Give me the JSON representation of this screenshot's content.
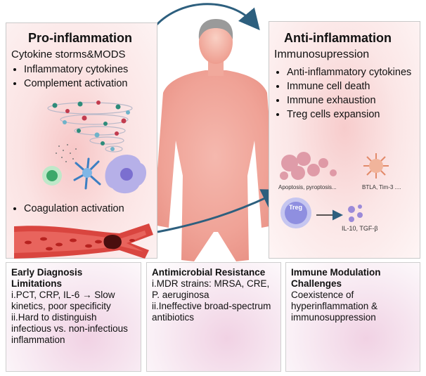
{
  "pro": {
    "title": "Pro-inflammation",
    "subtitle": "Cytokine storms&MODS",
    "bullets": [
      "Inflammatory cytokines",
      "Complement activation"
    ],
    "bullet_coag": "Coagulation activation"
  },
  "anti": {
    "title": "Anti-inflammation",
    "subtitle": "Immunosupression",
    "bullets": [
      "Anti-inflammatory cytokines",
      "Immune cell death",
      "Immune exhaustion",
      "Treg cells expansion"
    ],
    "label_apoptosis": "Apoptosis, pyroptosis...",
    "label_btla": "BTLA, Tim-3 ....",
    "label_treg": "Treg",
    "label_il10": "IL-10, TGF-β"
  },
  "boxes": {
    "diagnosis": {
      "title": "Early Diagnosis\nLimitations",
      "text": "i.PCT, CRP, IL-6 → Slow kinetics, poor specificity\nii.Hard to distinguish infectious vs. non-infectious inflammation"
    },
    "amr": {
      "title": "Antimicrobial Resistance",
      "text": "i.MDR strains: MRSA, CRE, P. aeruginosa\nii.Ineffective broad-spectrum antibiotics"
    },
    "immune": {
      "title": "Immune Modulation\nChallenges",
      "text": "Coexistence of hyperinflammation & immunosuppression"
    }
  },
  "colors": {
    "arrow": "#2d5f7e",
    "body_skin": "#f2a397",
    "hair": "#9a9a9a",
    "vessel": "#d9453f",
    "rbc": "#c9302c",
    "treg": "#8f8fe0"
  }
}
